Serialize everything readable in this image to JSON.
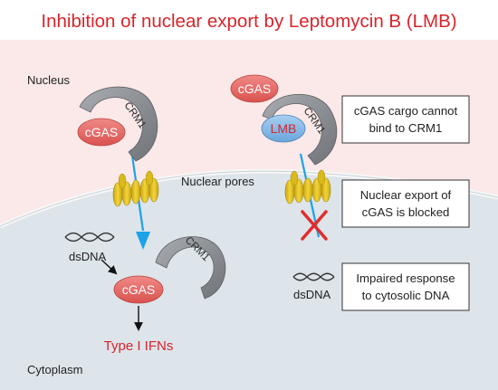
{
  "title": "Inhibition of nuclear export by Leptomycin B (LMB)",
  "labels": {
    "nucleus": "Nucleus",
    "cytoplasm": "Cytoplasm",
    "nuclear_pores": "Nuclear pores",
    "dsdna_left": "dsDNA",
    "dsdna_right": "dsDNA",
    "type1_ifns": "Type I IFNs"
  },
  "molecules": {
    "cgas_nucleus_left": "cGAS",
    "cgas_cytoplasm": "cGAS",
    "cgas_nucleus_right": "cGAS",
    "lmb": "LMB",
    "crm1_left_top": "CRM1",
    "crm1_left_bottom": "CRM1",
    "crm1_right": "CRM1"
  },
  "callouts": [
    {
      "line1": "cGAS cargo cannot",
      "line2": "bind to CRM1"
    },
    {
      "line1": "Nuclear export of",
      "line2": "cGAS is blocked"
    },
    {
      "line1": "Impaired response",
      "line2": "to cytosolic DNA"
    }
  ],
  "colors": {
    "title_red": "#d9242b",
    "nucleus_bg": "#fbe8e8",
    "cytoplasm_bg": "#dde4ea",
    "cgas_fill": "#e2605d",
    "lmb_fill": "#7fb5e3",
    "crm1_fill": "#8a8d92",
    "pore_yellow": "#e4c21c",
    "arrow_blue": "#1aa3e8",
    "block_x": "#e02d2d"
  },
  "icons": [
    "dna-helix-icon",
    "blocked-x-icon",
    "nuclear-pore-icon"
  ]
}
